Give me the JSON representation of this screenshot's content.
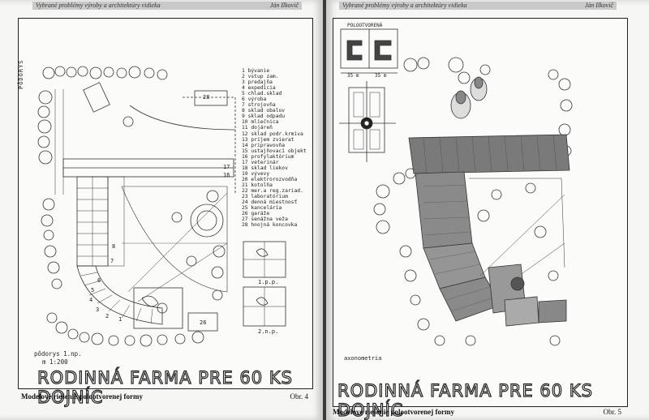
{
  "left_page": {
    "header_left": "Vybrané problémy výroby a architektúry vidieka",
    "header_right": "Ján Ilkovič",
    "caption": "Modelové riešenie polootvorenej formy",
    "figure_no": "Obr. 4",
    "title": "RODINNÁ FARMA PRE 60 KS DOJNÍC",
    "side_label": "PÔDORYS",
    "plan_label_1": "pôdorys 1.np.",
    "plan_label_2": "m 1:200",
    "floor_label_1": "1.p.p.",
    "floor_label_2": "2.n.p.",
    "legend": [
      "1  bývanie",
      "2  vstup zam.",
      "3  predajňa",
      "4  expedícia",
      "5  chlad.sklad",
      "6  výroba",
      "7  strojovňa",
      "8  sklad obalov",
      "9  sklad odpadu",
      "10 mliečnica",
      "11 dojáreň",
      "12 sklad podr.krmiva",
      "13 príjem zvierat",
      "14 pripravovňa",
      "15 ustajňovací objekt",
      "16 profylaktórium",
      "17 veterinár",
      "18 sklad liekov",
      "19 vývevy",
      "20 elektrorozvodňa",
      "21 kotolňa",
      "22 mer.a reg.zariad.",
      "23 laboratórium",
      "24 denná miestnosť",
      "25 kancelária",
      "26 garáže",
      "27 senážna veža",
      "28 hnojná koncovka"
    ],
    "plan_numbers": [
      "28",
      "17",
      "16",
      "26",
      "8",
      "7",
      "6",
      "5",
      "4",
      "3",
      "2",
      "1"
    ]
  },
  "right_page": {
    "header_left": "Vybrané problémy výroby a architektúry vidieka",
    "header_right": "Ján Ilkovič",
    "caption": "Modelové riešenie polootvorenej formy",
    "figure_no": "Obr. 5",
    "title": "RODINNÁ FARMA PRE 60 KS DOJNÍC",
    "diagram_label": "POLOOTVORENÁ",
    "dim_1": "35 m",
    "dim_2": "35 m",
    "view_label": "axonometria"
  }
}
